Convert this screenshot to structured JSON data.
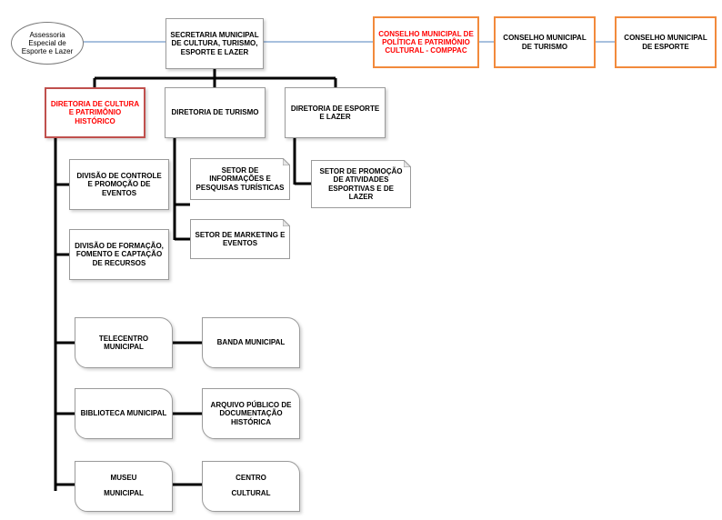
{
  "nodes": {
    "assessoria": "Assessoria Especial de Esporte e Lazer",
    "secretaria": "SECRETARIA MUNICIPAL DE CULTURA, TURISMO, ESPORTE E LAZER",
    "comppac": "CONSELHO MUNICIPAL DE POLÍTICA E PATRIMÔNIO CULTURAL - COMPPAC",
    "conselho_turismo": "CONSELHO MUNICIPAL DE TURISMO",
    "conselho_esporte": "CONSELHO MUNICIPAL DE ESPORTE",
    "diretoria_cultura": "DIRETORIA DE CULTURA E PATRIMÔNIO HISTÓRICO",
    "diretoria_turismo": "DIRETORIA DE TURISMO",
    "diretoria_esporte": "DIRETORIA DE ESPORTE E LAZER",
    "divisao_controle": "DIVISÃO DE CONTROLE E PROMOÇÃO DE EVENTOS",
    "divisao_formacao": "DIVISÃO DE FORMAÇÃO, FOMENTO E CAPTAÇÃO DE RECURSOS",
    "setor_informacoes": "SETOR DE INFORMAÇÕES E PESQUISAS TURÍSTICAS",
    "setor_marketing": "SETOR DE MARKETING E EVENTOS",
    "setor_promocao": "SETOR DE PROMOÇÃO DE ATIVIDADES ESPORTIVAS E DE LAZER",
    "telecentro": "TELECENTRO MUNICIPAL",
    "banda": "BANDA MUNICIPAL",
    "biblioteca": "BIBLIOTECA MUNICIPAL",
    "arquivo": "ARQUIVO PÚBLICO DE DOCUMENTAÇÃO HISTÓRICA",
    "museu": "MUSEU MUNICIPAL",
    "centro_cultural": "CENTRO CULTURAL"
  },
  "colors": {
    "orange_border": "#f28a3c",
    "red_text": "#ff0000",
    "red_border": "#c0504d",
    "connector_blue": "#4f81bd",
    "connector_black": "#000000"
  }
}
